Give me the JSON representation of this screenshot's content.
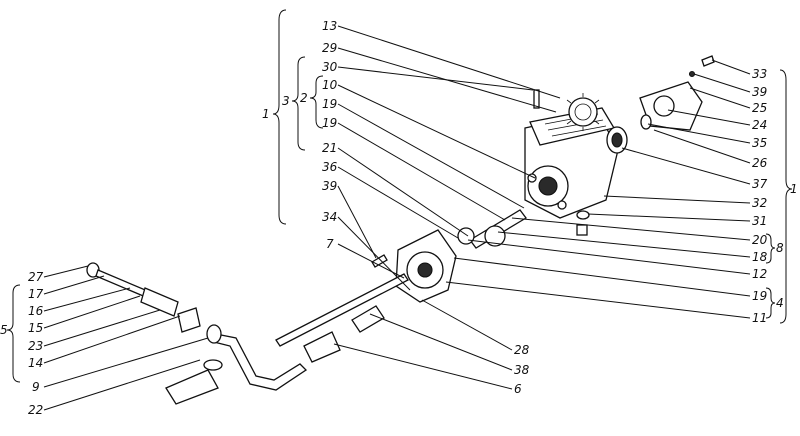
{
  "labels_left": [
    "27",
    "17",
    "16",
    "15",
    "23",
    "14",
    "9",
    "22"
  ],
  "labels_top": [
    "13",
    "29",
    "30",
    "10",
    "19",
    "19",
    "21",
    "36",
    "39",
    "34",
    "7"
  ],
  "labels_right": [
    "33",
    "39",
    "25",
    "24",
    "35",
    "26",
    "37",
    "32",
    "31",
    "20",
    "18",
    "12",
    "19",
    "11"
  ],
  "labels_bottom": [
    "28",
    "38",
    "6"
  ],
  "groups": {
    "g1": "1",
    "g3": "3",
    "g2": "2",
    "g5": "5",
    "g1r": "1",
    "g8": "8",
    "g4": "4"
  }
}
